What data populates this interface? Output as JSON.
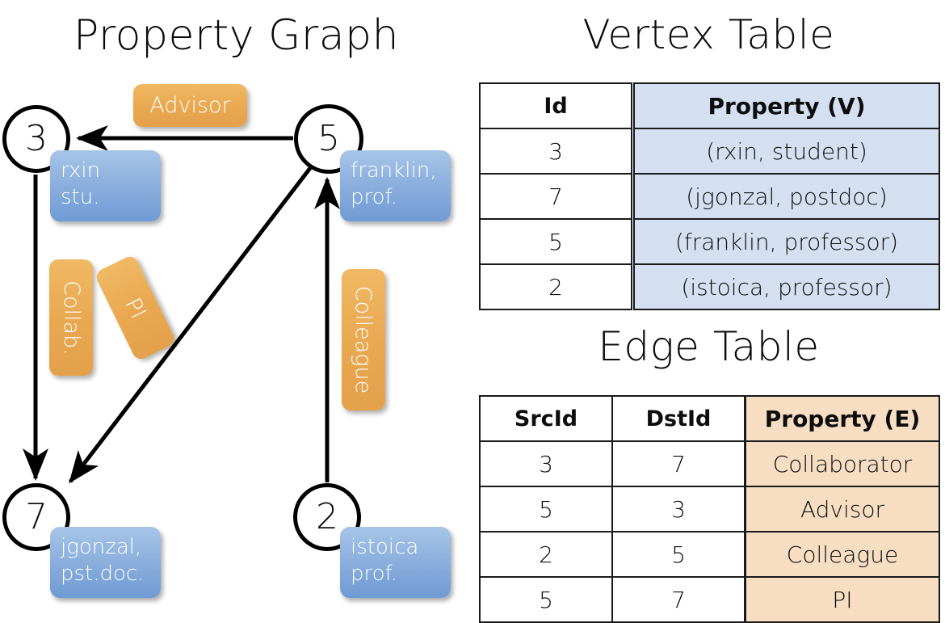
{
  "titles": {
    "property_graph": "Property Graph",
    "vertex_table": "Vertex Table",
    "edge_table": "Edge Table"
  },
  "graph": {
    "nodes": [
      {
        "id": "3",
        "property": "rxin\nstu."
      },
      {
        "id": "5",
        "property": "franklin,\nprof."
      },
      {
        "id": "7",
        "property": "jgonzal,\npst.doc."
      },
      {
        "id": "2",
        "property": "istoica\nprof."
      }
    ],
    "edge_labels": [
      {
        "label": "Advisor",
        "from": "5",
        "to": "3"
      },
      {
        "label": "Collab.",
        "from": "3",
        "to": "7"
      },
      {
        "label": "PI",
        "from": "5",
        "to": "7"
      },
      {
        "label": "Colleague",
        "from": "2",
        "to": "5"
      }
    ]
  },
  "vertex_table": {
    "headers": [
      "Id",
      "Property (V)"
    ],
    "rows": [
      {
        "id": "3",
        "property": "(rxin, student)"
      },
      {
        "id": "7",
        "property": "(jgonzal, postdoc)"
      },
      {
        "id": "5",
        "property": "(franklin, professor)"
      },
      {
        "id": "2",
        "property": "(istoica, professor)"
      }
    ]
  },
  "edge_table": {
    "headers": [
      "SrcId",
      "DstId",
      "Property (E)"
    ],
    "rows": [
      {
        "src": "3",
        "dst": "7",
        "property": "Collaborator"
      },
      {
        "src": "5",
        "dst": "3",
        "property": "Advisor"
      },
      {
        "src": "2",
        "dst": "5",
        "property": "Colleague"
      },
      {
        "src": "5",
        "dst": "7",
        "property": "PI"
      }
    ]
  },
  "colors": {
    "vertex_property_fill": "#d4e0f2",
    "edge_property_fill": "#f7ddc2",
    "vertex_box_blue": "#8db0de",
    "edge_label_orange": "#e9a951",
    "stroke": "#000000"
  }
}
